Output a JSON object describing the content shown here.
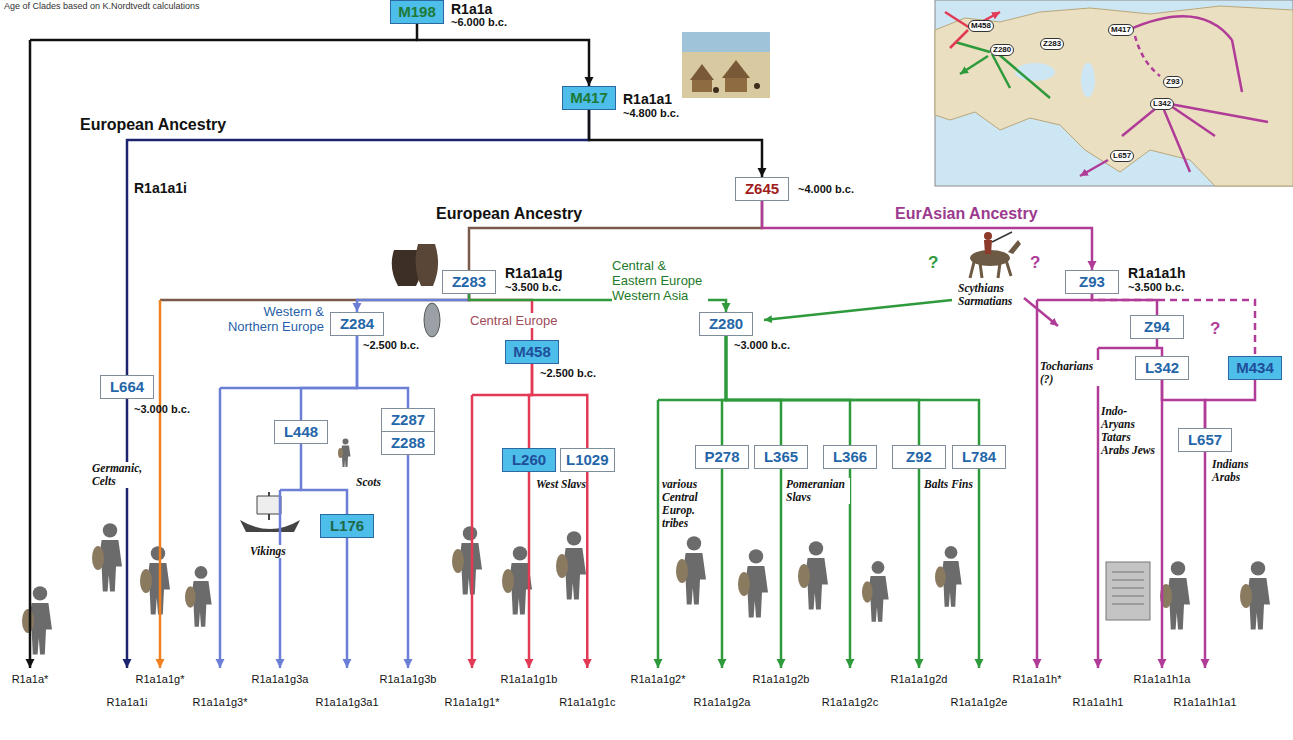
{
  "diagram": {
    "nodes": [
      {
        "text": [
          "M198",
          "R1a1a",
          "~6.000 b.c."
        ]
      },
      {
        "text": [
          "M417",
          "R1a1a1",
          "~4.800 b.c."
        ]
      },
      {
        "text": [
          "Z645",
          "~4.000 b.c."
        ]
      },
      {
        "text": [
          "Z283",
          "R1a1a1g",
          "~3.500 b.c."
        ]
      },
      {
        "text": [
          "Z93",
          "R1a1a1h",
          "~3.500 b.c."
        ]
      },
      {
        "text": [
          "L664",
          "~3.000 b.c."
        ]
      },
      {
        "text": [
          "Z284",
          "~2.500 b.c."
        ]
      },
      {
        "text": [
          "M458",
          "~2.500 b.c."
        ]
      },
      {
        "text": [
          "Z280",
          "~3.000 b.c."
        ]
      },
      {
        "text": [
          "L448"
        ]
      },
      {
        "text": [
          "Z287"
        ]
      },
      {
        "text": [
          "Z288"
        ]
      },
      {
        "text": [
          "L176"
        ]
      },
      {
        "text": [
          "L260"
        ]
      },
      {
        "text": [
          "L1029"
        ]
      },
      {
        "text": [
          "P278"
        ]
      },
      {
        "text": [
          "L365"
        ]
      },
      {
        "text": [
          "L366"
        ]
      },
      {
        "text": [
          "Z92"
        ]
      },
      {
        "text": [
          "L784"
        ]
      },
      {
        "text": [
          "Z94"
        ]
      },
      {
        "text": [
          "L342"
        ]
      },
      {
        "text": [
          "M434"
        ]
      },
      {
        "text": [
          "L657"
        ]
      }
    ],
    "edges": [
      {
        "from": 0,
        "to": 1,
        "arrow": "to"
      },
      {
        "from": 1,
        "to": 5,
        "arrow": "none"
      },
      {
        "from": 1,
        "to": 2,
        "arrow": "to"
      },
      {
        "from": 2,
        "to": 3,
        "arrow": "none"
      },
      {
        "from": 2,
        "to": 4,
        "arrow": "to"
      },
      {
        "from": 3,
        "to": 6,
        "arrow": "to"
      },
      {
        "from": 3,
        "to": 7,
        "arrow": "none"
      },
      {
        "from": 3,
        "to": 8,
        "arrow": "to"
      },
      {
        "from": 6,
        "to": 9,
        "arrow": "none"
      },
      {
        "from": 6,
        "to": 10,
        "arrow": "none"
      },
      {
        "from": 9,
        "to": 12,
        "arrow": "none"
      },
      {
        "from": 7,
        "to": 13,
        "arrow": "none"
      },
      {
        "from": 7,
        "to": 14,
        "arrow": "none"
      },
      {
        "from": 8,
        "to": 15,
        "arrow": "none"
      },
      {
        "from": 8,
        "to": 16,
        "arrow": "none"
      },
      {
        "from": 8,
        "to": 17,
        "arrow": "none"
      },
      {
        "from": 8,
        "to": 18,
        "arrow": "none"
      },
      {
        "from": 8,
        "to": 19,
        "arrow": "none"
      },
      {
        "from": 4,
        "to": 20,
        "arrow": "none"
      },
      {
        "from": 4,
        "to": 22,
        "arrow": "none"
      },
      {
        "from": 20,
        "to": 21,
        "arrow": "none"
      },
      {
        "from": 21,
        "to": 23,
        "arrow": "none"
      },
      {
        "from": 22,
        "to": 23,
        "arrow": "none"
      }
    ],
    "labels": [
      "Age of Clades based on K.Nordtvedt calculations",
      "European Ancestry",
      "R1a1a1i",
      "European Ancestry",
      "EurAsian Ancestry",
      "Western & Northern Europe",
      "Central Europe",
      "Central & Eastern Europe Western Asia",
      "?",
      "Scythians Sarmatians",
      "?",
      "Tocharians (?)",
      "?",
      "Germanic, Celts",
      "Vikings",
      "Scots",
      "West Slavs",
      "various Central Europ. tribes",
      "Pomeranian Slavs",
      "Balts Fins",
      "Indo-Aryans Tatars Arabs Jews",
      "Indians Arabs",
      "R1a1a*",
      "R1a1a1i",
      "R1a1a1g*",
      "R1a1a1g3*",
      "R1a1a1g3a",
      "R1a1a1g3a1",
      "R1a1a1g3b",
      "R1a1a1g1*",
      "R1a1a1g1b",
      "R1a1a1g1c",
      "R1a1a1g2*",
      "R1a1a1g2a",
      "R1a1a1g2b",
      "R1a1a1g2c",
      "R1a1a1g2d",
      "R1a1a1g2e",
      "R1a1a1h*",
      "R1a1a1h1",
      "R1a1a1h1a",
      "R1a1a1h1a1",
      "M458",
      "Z280",
      "Z283",
      "M417",
      "Z93",
      "L342",
      "L657"
    ]
  }
}
